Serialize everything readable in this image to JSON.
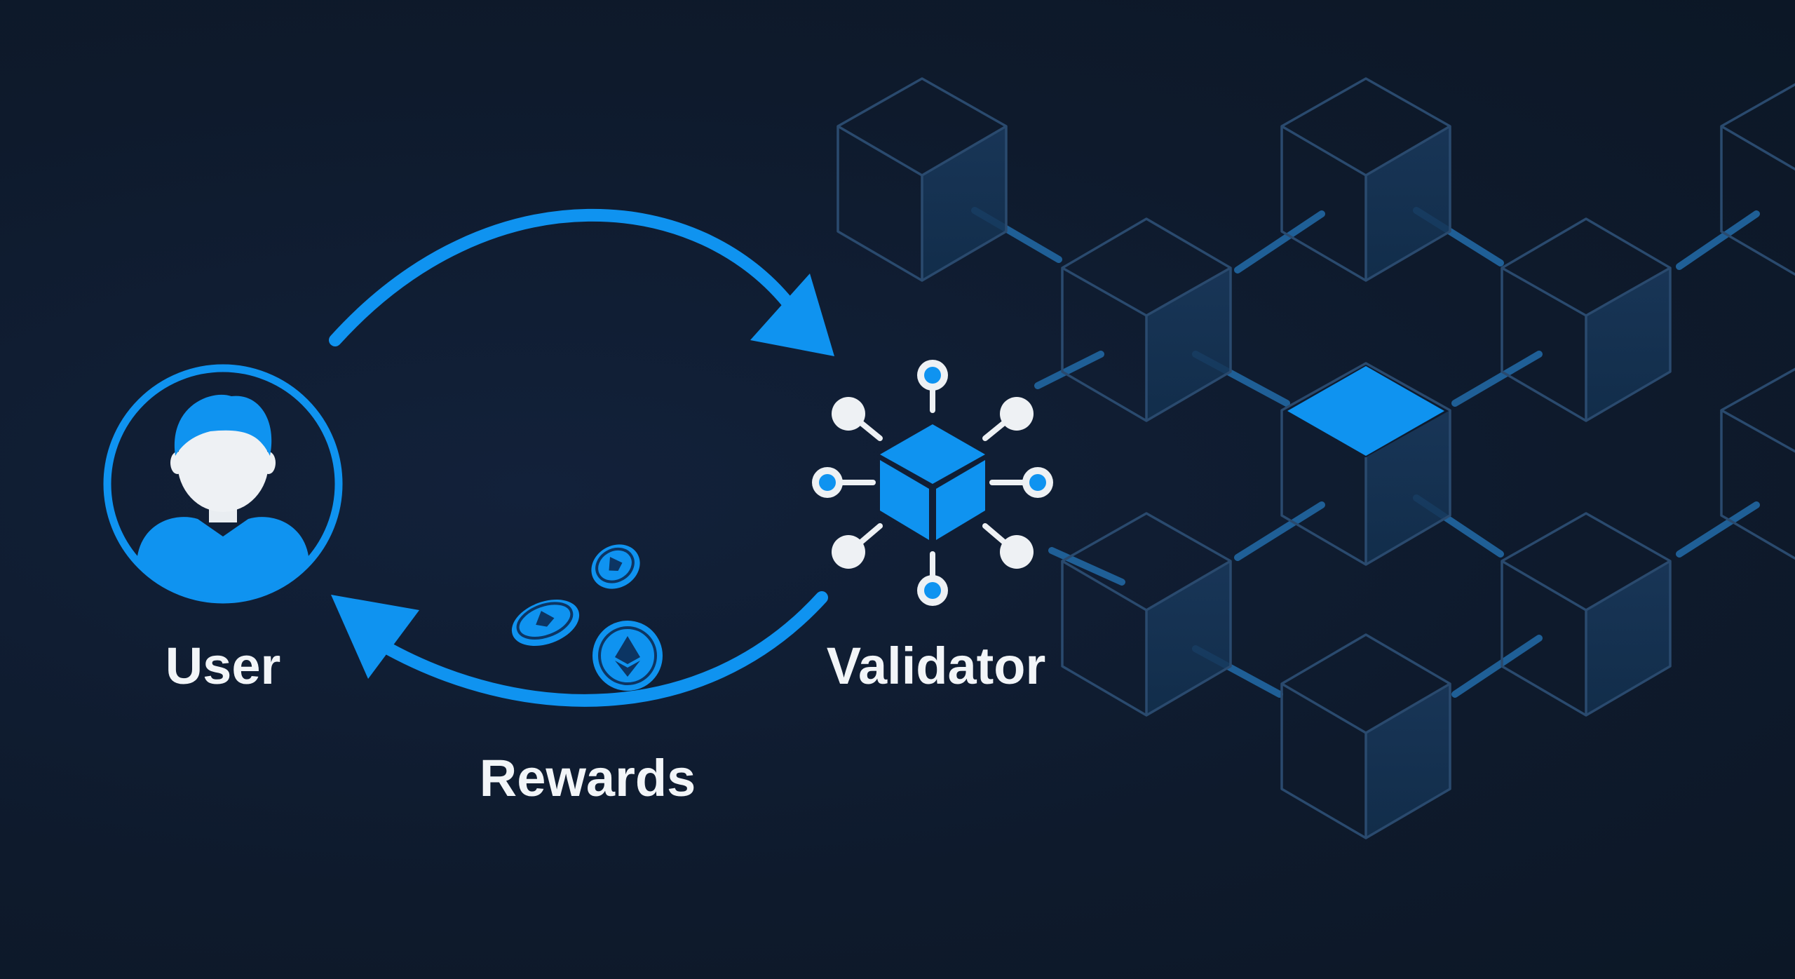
{
  "nodes": {
    "user": {
      "label": "User"
    },
    "validator": {
      "label": "Validator"
    }
  },
  "edges": {
    "reward_flow": {
      "label": "Rewards"
    }
  },
  "icons": {
    "user": "user-avatar-icon",
    "validator": "validator-node-icon",
    "coins": "ethereum-coin-icon",
    "network": "blockchain-cube-icon"
  },
  "colors": {
    "background": "#0f1b2e",
    "accent": "#0f93f0",
    "label": "#f2f5f8",
    "network_line": "#2a4a6e"
  }
}
